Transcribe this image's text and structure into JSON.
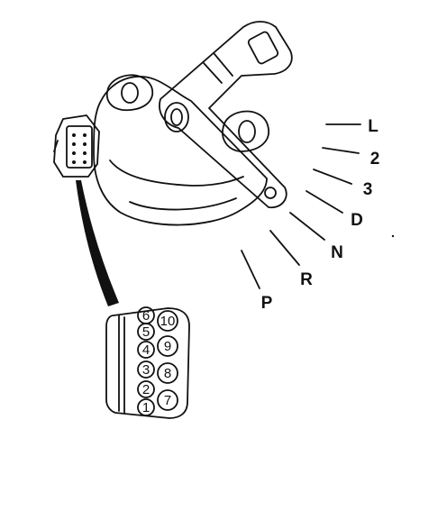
{
  "diagram": {
    "gear_positions": [
      {
        "label": "L"
      },
      {
        "label": "2"
      },
      {
        "label": "3"
      },
      {
        "label": "D"
      },
      {
        "label": "N"
      },
      {
        "label": "R"
      },
      {
        "label": "P"
      }
    ],
    "connector_pins": [
      "6",
      "5",
      "4",
      "3",
      "2",
      "1",
      "10",
      "9",
      "8",
      "7"
    ]
  }
}
